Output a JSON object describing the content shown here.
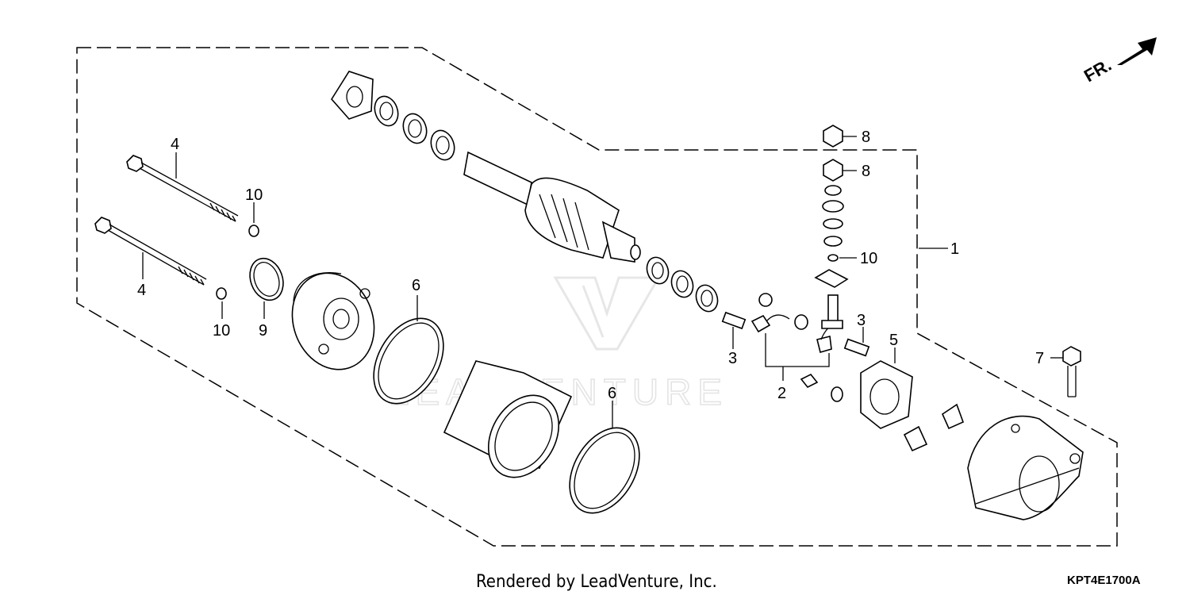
{
  "orientation": {
    "label": "FR."
  },
  "watermark": {
    "text": "LEADVENTURE"
  },
  "footer": {
    "rendered_by": "Rendered by LeadVenture, Inc.",
    "diagram_code": "KPT4E1700A"
  },
  "callouts": {
    "c1": "1",
    "c2": "2",
    "c3a": "3",
    "c3b": "3",
    "c4a": "4",
    "c4b": "4",
    "c5": "5",
    "c6a": "6",
    "c6b": "6",
    "c7": "7",
    "c8a": "8",
    "c8b": "8",
    "c9": "9",
    "c10a": "10",
    "c10b": "10",
    "c10c": "10"
  }
}
